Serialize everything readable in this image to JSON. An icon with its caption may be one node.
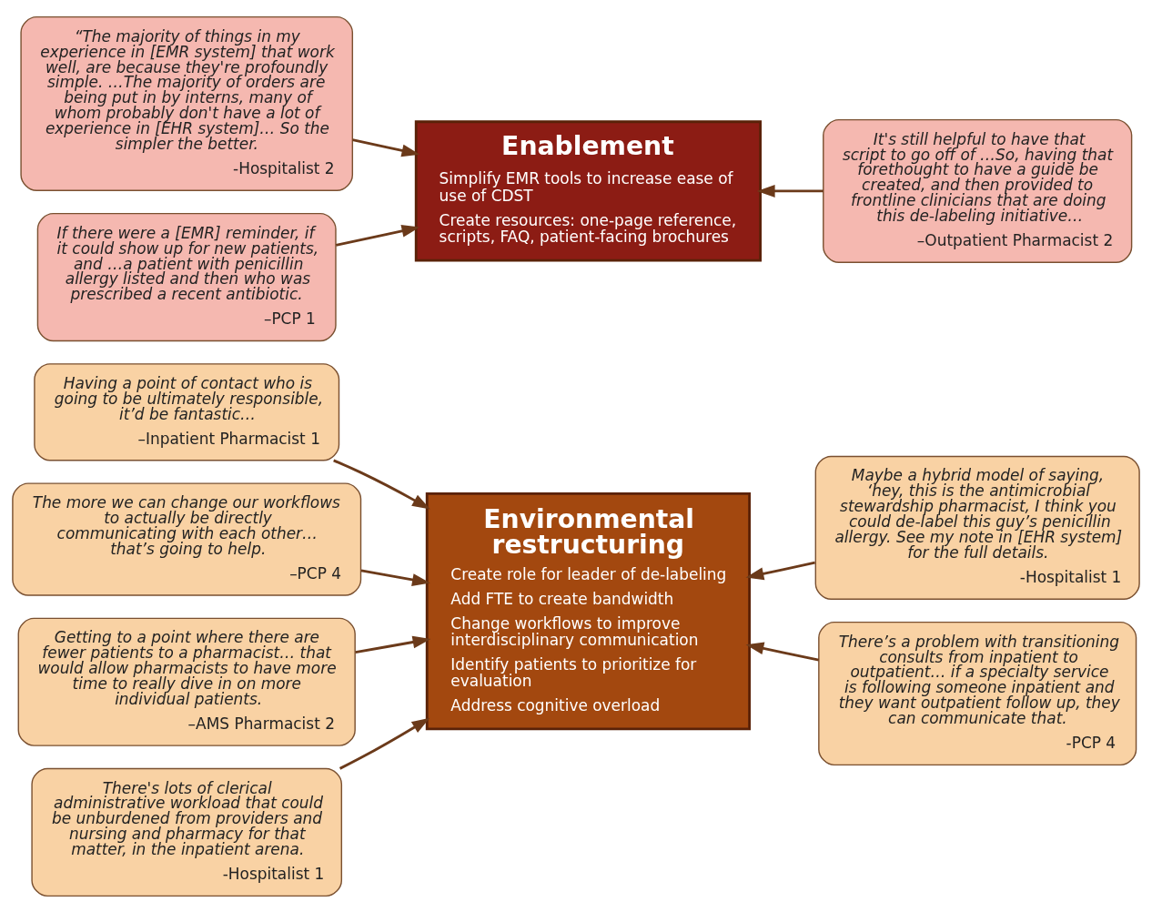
{
  "diagram": {
    "nodes": [
      {
        "text": [
          "Environmental restructuring",
          "Create role for leader of de-labeling",
          "Add FTE to create bandwidth",
          "Change workflows to improve interdisciplinary communication",
          "Identify patients to prioritize for evaluation",
          "Address cognitive overload"
        ]
      },
      {
        "text": [
          "Enablement",
          "Simplify EMR tools to increase ease of use of CDST",
          "Create resources: one-page reference, scripts, FAQ, patient-facing brochures"
        ]
      },
      {
        "text": [
          "Having a point of contact who is going to be ultimately responsible, it’d be fantastic…",
          "–Inpatient Pharmacist 1"
        ]
      },
      {
        "text": [
          "The more we can change our workflows to actually be directly communicating with each other… that’s going to help.",
          "–PCP 4"
        ]
      },
      {
        "text": [
          "Maybe a hybrid model of saying, ‘hey, this is the antimicrobial stewardship pharmacist, I think you could de-label this guy’s penicillin allergy. See my note in [EHR system] for the full details.",
          "-Hospitalist 1"
        ]
      },
      {
        "text": [
          "Getting to a point where there are fewer patients to a pharmacist… that would allow pharmacists to have more time to really dive in on more individual patients.",
          "–AMS Pharmacist 2"
        ]
      },
      {
        "text": [
          "There’s a problem with transitioning consults from inpatient to outpatient… if a specialty service is following someone inpatient and they want outpatient follow up, they can communicate that.",
          "-PCP 4"
        ]
      },
      {
        "text": [
          "There's lots of clerical administrative workload that could be unburdened from providers and nursing and pharmacy for that matter, in the inpatient arena.",
          "-Hospitalist 1"
        ]
      },
      {
        "text": [
          "“The majority of things in my experience in [EMR system] that work well, are because they're profoundly simple. …The majority of orders are being put in by interns, many of whom probably don't have a lot of experience in [EHR system]… So the simpler the better.",
          "-Hospitalist 2"
        ]
      },
      {
        "text": [
          "If there were a [EMR] reminder, if it could show up for new patients, and …a patient with penicillin allergy listed and then who was prescribed a recent antibiotic.",
          "–PCP 1"
        ]
      },
      {
        "text": [
          "It's still helpful to have that script to go off of …So, having that forethought to have a guide be created, and then provided to frontline clinicians that are doing this de-labeling initiative…",
          "–Outpatient Pharmacist 2"
        ]
      }
    ],
    "edges": [
      {
        "from": 2,
        "to": 0,
        "arrow": "to"
      },
      {
        "from": 3,
        "to": 0,
        "arrow": "to"
      },
      {
        "from": 4,
        "to": 0,
        "arrow": "to"
      },
      {
        "from": 5,
        "to": 0,
        "arrow": "to"
      },
      {
        "from": 6,
        "to": 0,
        "arrow": "to"
      },
      {
        "from": 7,
        "to": 0,
        "arrow": "to"
      },
      {
        "from": 8,
        "to": 1,
        "arrow": "to"
      },
      {
        "from": 9,
        "to": 1,
        "arrow": "to"
      },
      {
        "from": 10,
        "to": 1,
        "arrow": "to"
      }
    ]
  }
}
